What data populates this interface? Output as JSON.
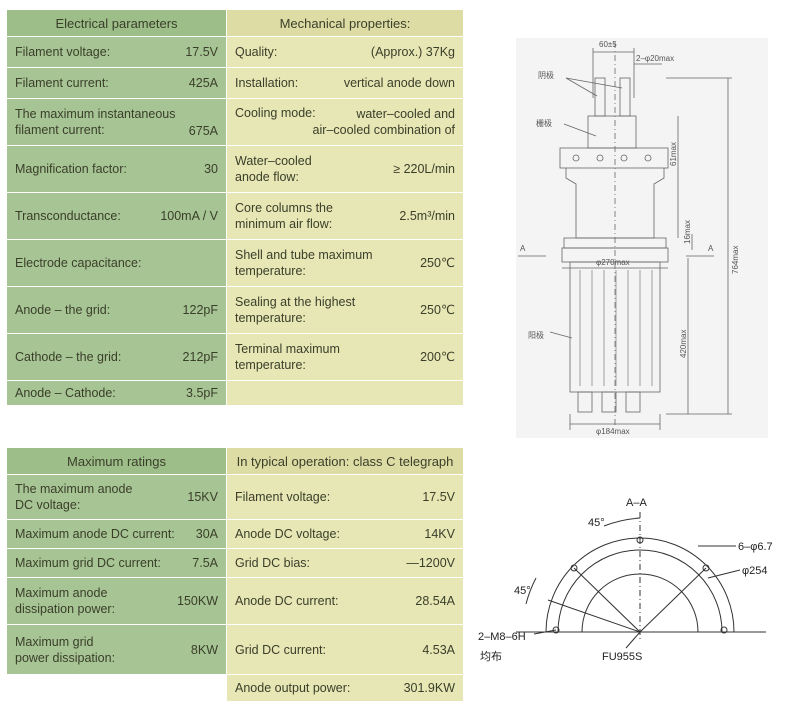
{
  "electrical": {
    "header": "Electrical parameters",
    "rows": [
      {
        "label": "Filament voltage:",
        "value": "17.5V"
      },
      {
        "label": "Filament current:",
        "value": "425A"
      },
      {
        "label1": "The maximum instantaneous",
        "label2": "filament current:",
        "value": "675A"
      },
      {
        "label": "Magnification factor:",
        "value": "30"
      },
      {
        "label": "Transconductance:",
        "value": "100mA / V"
      },
      {
        "label": "Electrode capacitance:",
        "value": ""
      },
      {
        "label": "Anode – the grid:",
        "value": "122pF"
      },
      {
        "label": "Cathode – the grid:",
        "value": "212pF"
      },
      {
        "label": "Anode – Cathode:",
        "value": "3.5pF"
      }
    ]
  },
  "mechanical": {
    "header": "Mechanical properties:",
    "rows": [
      {
        "label": "Quality:",
        "value": "(Approx.) 37Kg"
      },
      {
        "label": "Installation:",
        "value": "vertical anode down"
      },
      {
        "label": "Cooling mode:",
        "value1": "water–cooled and",
        "value2": "air–cooled combination of"
      },
      {
        "label1": "Water–cooled",
        "label2": "anode flow:",
        "value": "≥ 220L/min"
      },
      {
        "label1": "Core columns the",
        "label2": "minimum air flow:",
        "value": "2.5m³/min"
      },
      {
        "label1": "Shell and tube maximum",
        "label2": "temperature:",
        "value": "250℃"
      },
      {
        "label1": "Sealing at the highest",
        "label2": "temperature:",
        "value": "250℃"
      },
      {
        "label1": "Terminal maximum",
        "label2": "temperature:",
        "value": "200℃"
      }
    ]
  },
  "ratings": {
    "header": "Maximum ratings",
    "rows": [
      {
        "label1": "The maximum anode",
        "label2": "DC voltage:",
        "value": "15KV"
      },
      {
        "label": "Maximum anode DC current:",
        "value": "30A"
      },
      {
        "label": "Maximum grid DC current:",
        "value": "7.5A"
      },
      {
        "label1": "Maximum anode",
        "label2": "dissipation power:",
        "value": "150KW"
      },
      {
        "label1": "Maximum grid",
        "label2": "power dissipation:",
        "value": "8KW"
      }
    ]
  },
  "typical": {
    "header": "In typical operation: class C telegraph",
    "rows": [
      {
        "label": "Filament voltage:",
        "value": "17.5V"
      },
      {
        "label": "Anode DC voltage:",
        "value": "14KV"
      },
      {
        "label": "Grid DC bias:",
        "value": "—1200V"
      },
      {
        "label": "Anode DC current:",
        "value": "28.54A"
      },
      {
        "label": "Grid DC current:",
        "value": "4.53A"
      },
      {
        "label": "Anode output power:",
        "value": "301.9KW"
      }
    ]
  },
  "tube_drawing": {
    "dim_top_width": "60±5",
    "dim_terminal_dia": "2–φ20max",
    "label_cathode": "阴极",
    "label_grid": "栅极",
    "label_anode": "阳极",
    "dim_61": "61max",
    "dim_16": "16max",
    "dim_270": "φ270max",
    "dim_420": "420max",
    "dim_764": "764max",
    "dim_184": "φ184max",
    "section_mark": "A"
  },
  "section_drawing": {
    "title": "A–A",
    "angle_top": "45°",
    "angle_left": "45°",
    "holes": "6–φ6.7",
    "diameter": "φ254",
    "thread": "2–M8–6H",
    "thread_note": "均布",
    "model": "FU955S"
  }
}
